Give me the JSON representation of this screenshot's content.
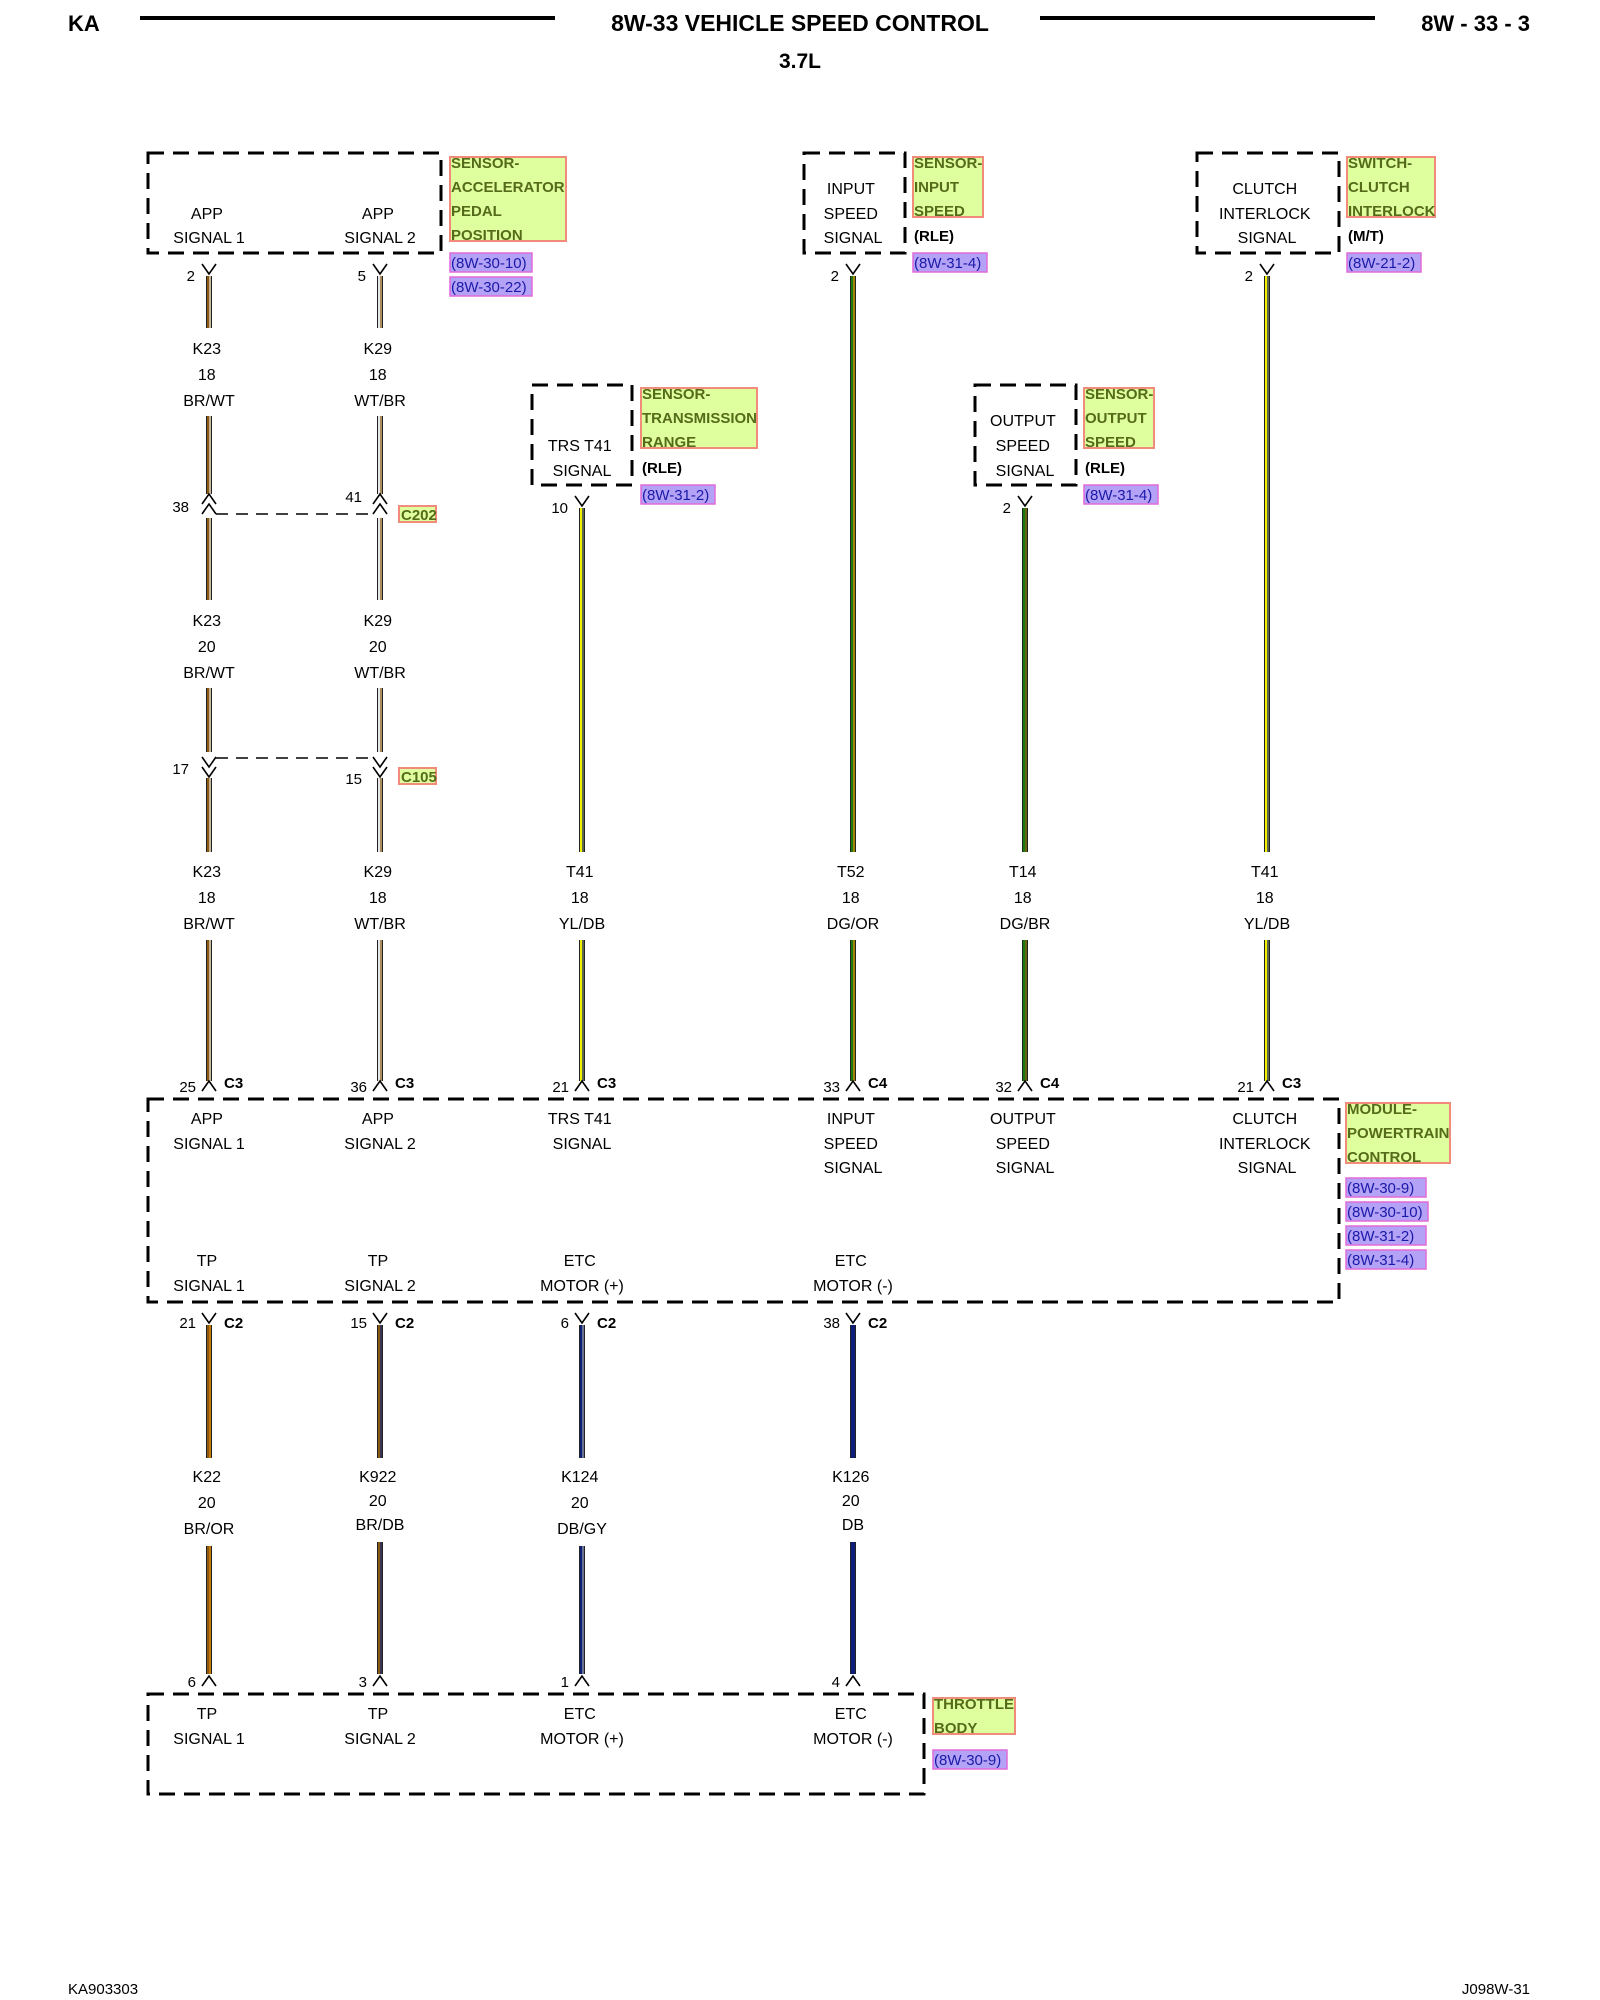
{
  "header": {
    "left": "KA",
    "title": "8W-33 VEHICLE SPEED CONTROL",
    "subtitle": "3.7L",
    "right": "8W - 33 - 3"
  },
  "footer": {
    "left": "KA903303",
    "right": "J098W-31"
  },
  "components": {
    "app_sensor": {
      "name": [
        "SENSOR-",
        "ACCELERATOR",
        "PEDAL",
        "POSITION"
      ],
      "refs": [
        "(8W-30-10)",
        "(8W-30-22)"
      ],
      "pin_a": [
        "APP",
        "SIGNAL 1"
      ],
      "pin_b": [
        "APP",
        "SIGNAL 2"
      ]
    },
    "input_speed_sensor": {
      "name": [
        "SENSOR-",
        "INPUT",
        "SPEED"
      ],
      "note": "(RLE)",
      "refs": [
        "(8W-31-4)"
      ],
      "pin": [
        "INPUT",
        "SPEED",
        "SIGNAL"
      ]
    },
    "clutch_switch": {
      "name": [
        "SWITCH-",
        "CLUTCH",
        "INTERLOCK"
      ],
      "note": "(M/T)",
      "refs": [
        "(8W-21-2)"
      ],
      "pin": [
        "CLUTCH",
        "INTERLOCK",
        "SIGNAL"
      ]
    },
    "trs_sensor": {
      "name": [
        "SENSOR-",
        "TRANSMISSION",
        "RANGE"
      ],
      "note": "(RLE)",
      "refs": [
        "(8W-31-2)"
      ],
      "pin": [
        "TRS T41",
        "SIGNAL"
      ]
    },
    "output_speed_sensor": {
      "name": [
        "SENSOR-",
        "OUTPUT",
        "SPEED"
      ],
      "note": "(RLE)",
      "refs": [
        "(8W-31-4)"
      ],
      "pin": [
        "OUTPUT",
        "SPEED",
        "SIGNAL"
      ]
    },
    "pcm": {
      "name": [
        "MODULE-",
        "POWERTRAIN",
        "CONTROL"
      ],
      "refs": [
        "(8W-30-9)",
        "(8W-30-10)",
        "(8W-31-2)",
        "(8W-31-4)"
      ],
      "top_pins": [
        [
          "APP",
          "SIGNAL 1"
        ],
        [
          "APP",
          "SIGNAL 2"
        ],
        [
          "TRS T41",
          "SIGNAL"
        ],
        [
          "INPUT",
          "SPEED",
          "SIGNAL"
        ],
        [
          "OUTPUT",
          "SPEED",
          "SIGNAL"
        ],
        [
          "CLUTCH",
          "INTERLOCK",
          "SIGNAL"
        ]
      ],
      "bottom_pins": [
        [
          "TP",
          "SIGNAL 1"
        ],
        [
          "TP",
          "SIGNAL 2"
        ],
        [
          "ETC",
          "MOTOR (+)"
        ],
        [
          "ETC",
          "MOTOR (-)"
        ]
      ]
    },
    "throttle_body": {
      "name": [
        "THROTTLE",
        "BODY"
      ],
      "refs": [
        "(8W-30-9)"
      ],
      "pins": [
        [
          "TP",
          "SIGNAL 1"
        ],
        [
          "TP",
          "SIGNAL 2"
        ],
        [
          "ETC",
          "MOTOR (+)"
        ],
        [
          "ETC",
          "MOTOR (-)"
        ]
      ]
    }
  },
  "splices": {
    "c202": "C202",
    "c105": "C105"
  },
  "pins": {
    "app_sensor_a": "2",
    "app_sensor_b": "5",
    "input_sensor": "2",
    "clutch_switch": "2",
    "trs_sensor": "10",
    "output_sensor": "2",
    "c202_a": "38",
    "c202_b": "41",
    "c105_a": "17",
    "c105_b": "15",
    "pcm_top": [
      {
        "pin": "25",
        "conn": "C3"
      },
      {
        "pin": "36",
        "conn": "C3"
      },
      {
        "pin": "21",
        "conn": "C3"
      },
      {
        "pin": "33",
        "conn": "C4"
      },
      {
        "pin": "32",
        "conn": "C4"
      },
      {
        "pin": "21",
        "conn": "C3"
      }
    ],
    "pcm_bottom": [
      {
        "pin": "21",
        "conn": "C2"
      },
      {
        "pin": "15",
        "conn": "C2"
      },
      {
        "pin": "6",
        "conn": "C2"
      },
      {
        "pin": "38",
        "conn": "C2"
      }
    ],
    "throttle": [
      "6",
      "3",
      "1",
      "4"
    ]
  },
  "wires": {
    "k23_upper": [
      "K23",
      "18",
      "BR/WT"
    ],
    "k29_upper": [
      "K29",
      "18",
      "WT/BR"
    ],
    "k23_mid": [
      "K23",
      "20",
      "BR/WT"
    ],
    "k29_mid": [
      "K29",
      "20",
      "WT/BR"
    ],
    "k23_lower": [
      "K23",
      "18",
      "BR/WT"
    ],
    "k29_lower": [
      "K29",
      "18",
      "WT/BR"
    ],
    "t41_trs": [
      "T41",
      "18",
      "YL/DB"
    ],
    "t52": [
      "T52",
      "18",
      "DG/OR"
    ],
    "t14": [
      "T14",
      "18",
      "DG/BR"
    ],
    "t41_clutch": [
      "T41",
      "18",
      "YL/DB"
    ],
    "k22": [
      "K22",
      "20",
      "BR/OR"
    ],
    "k922": [
      "K922",
      "20",
      "BR/DB"
    ],
    "k124": [
      "K124",
      "20",
      "DB/GY"
    ],
    "k126": [
      "K126",
      "20",
      "DB"
    ]
  },
  "colors": {
    "brown": "#8a5a10",
    "white_stripe": "#e8e8e8",
    "yellow": "#f2f200",
    "dark_green": "#1d7a12",
    "orange": "#e58a00",
    "dark_blue": "#0c1f7a",
    "gray": "#a0a0a0",
    "tag_fill": "#dfff9e",
    "ref_fill": "#b3a2f5"
  }
}
